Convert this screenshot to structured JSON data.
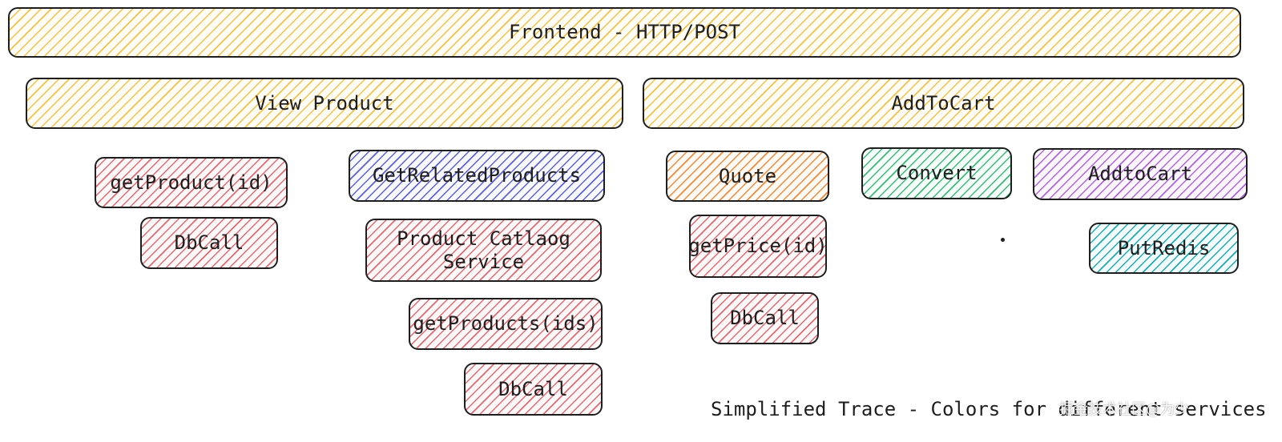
{
  "boxes": {
    "frontend": "Frontend - HTTP/POST",
    "view_product": "View Product",
    "add_to_cart": "AddToCart",
    "get_product": "getProduct(id)",
    "dbcall_1": "DbCall",
    "get_related_products": "GetRelatedProducts",
    "product_catalog_service": "Product Catlaog Service",
    "get_products": "getProducts(ids)",
    "dbcall_2": "DbCall",
    "quote": "Quote",
    "get_price": "getPrice(id)",
    "dbcall_3": "DbCall",
    "convert": "Convert",
    "addto_cart": "AddtoCart",
    "put_redis": "PutRedis"
  },
  "caption": "Simplified Trace - Colors for different services",
  "watermark": "掘金技术社区@为少",
  "colors": {
    "frontend_service": "#f2c14a",
    "product_service": "#e06a72",
    "related_service": "#5c61d8",
    "quote_service": "#f08a3a",
    "convert_service": "#3cb878",
    "cart_service": "#b065e0",
    "redis_service": "#22a8b0"
  }
}
